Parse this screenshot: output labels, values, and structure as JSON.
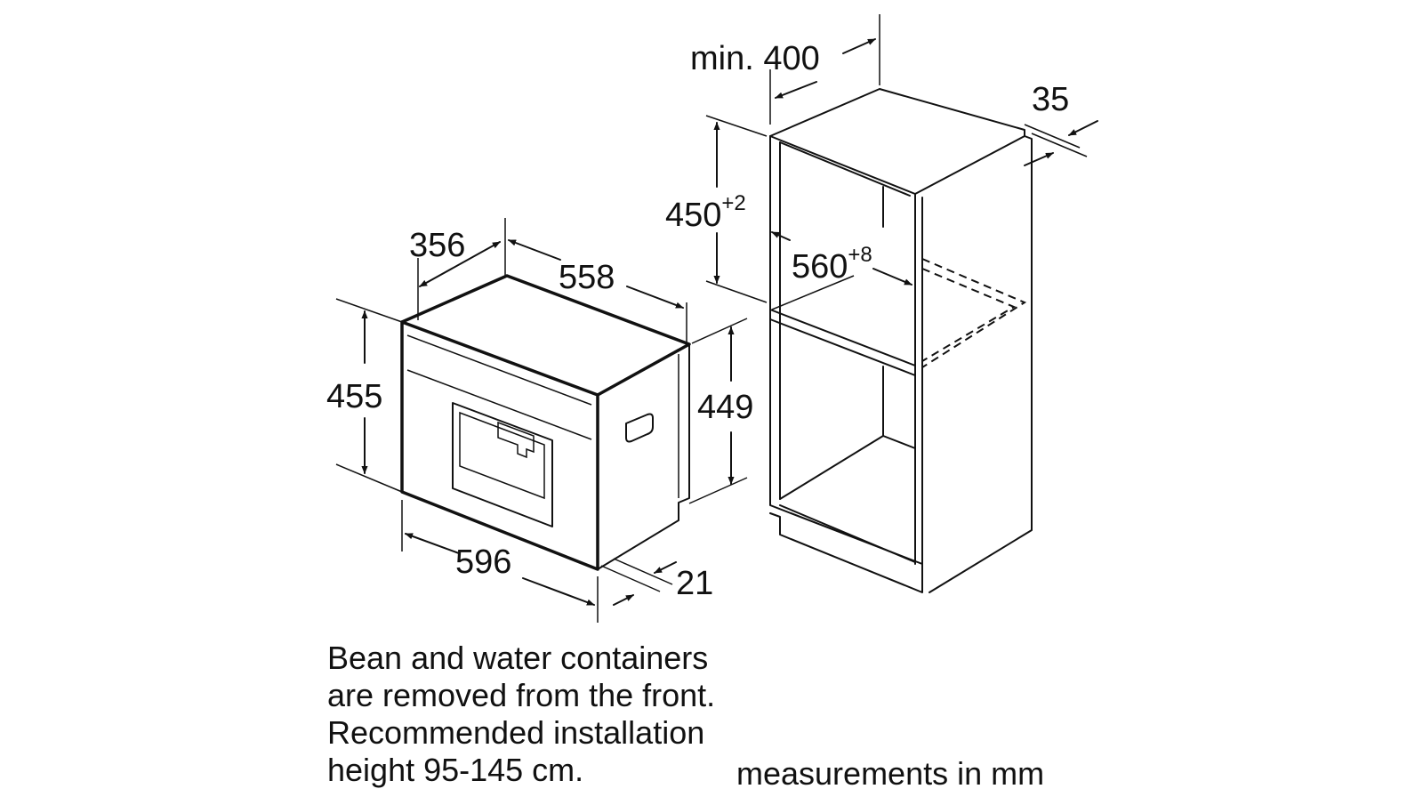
{
  "dimensions": {
    "appliance_depth": "356",
    "appliance_depth_total": "558",
    "appliance_height": "455",
    "appliance_side_height": "449",
    "appliance_width": "596",
    "front_panel_depth": "21",
    "cabinet_min_depth": "min. 400",
    "cabinet_back_gap": "35",
    "niche_height": "450",
    "niche_height_tolerance": "+2",
    "niche_width": "560",
    "niche_width_tolerance": "+8"
  },
  "notes": {
    "line1": "Bean and water containers",
    "line2": "are removed from the front.",
    "line3": "Recommended installation",
    "line4": "height 95-145 cm.",
    "units": "measurements in mm"
  }
}
